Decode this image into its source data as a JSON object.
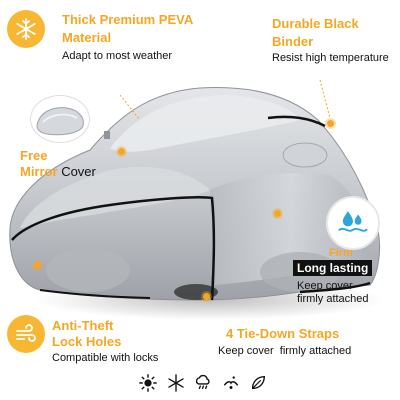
{
  "features": {
    "peva": {
      "icon": "snowflake-icon",
      "title_line1": "Thick Premium PEVA",
      "title_line2": "Material",
      "subtitle": "Adapt to most weather"
    },
    "binder": {
      "title_line1": "Durable Black",
      "title_line2": "Binder",
      "subtitle": "Resist high temperature"
    },
    "mirror": {
      "title_line1": "Free",
      "title_word1": "Mirror",
      "title_word2": "Cover"
    },
    "firm": {
      "icon": "water-drops-icon",
      "title": "Firm",
      "label": "Long lasting",
      "line1": "Keep cover",
      "line2": "firmly attached"
    },
    "antitheft": {
      "icon": "wind-lock-icon",
      "title_line1": "Anti-Theft",
      "title_line2": "Lock Holes",
      "subtitle": "Compatible with locks"
    },
    "straps": {
      "title": "4 Tie-Down Straps",
      "subtitle": "Keep cover  firmly attached"
    }
  },
  "footer_icons": [
    "sun-icon",
    "snowflake-icon",
    "rain-cloud-icon",
    "bird-dropping-icon",
    "leaf-icon"
  ],
  "colors": {
    "accent": "#f5a623",
    "cover_silver": "#c9cdd2",
    "binder": "#111111"
  }
}
